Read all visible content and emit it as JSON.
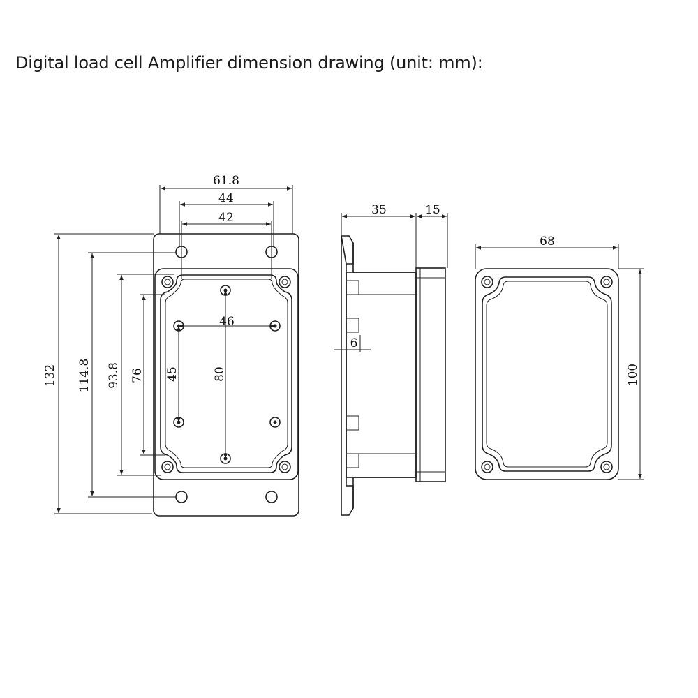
{
  "title": "Digital load cell Amplifier dimension drawing (unit: mm):",
  "colors": {
    "line": "#1f1f1f",
    "background": "#ffffff"
  },
  "front_view": {
    "width_overall": "61.8",
    "width_mount_holes": "44",
    "width_inner_holes": "42",
    "height_overall": "132",
    "height_mount_holes": "114.8",
    "height_body": "93.8",
    "height_inner": "76",
    "pcb_hole_spacing_x": "46",
    "pcb_hole_spacing_y": "45",
    "center_hole_spacing": "80"
  },
  "side_view": {
    "depth_base": "35",
    "depth_lid": "15",
    "flange": "6"
  },
  "lid_view": {
    "width": "68",
    "height": "100"
  }
}
